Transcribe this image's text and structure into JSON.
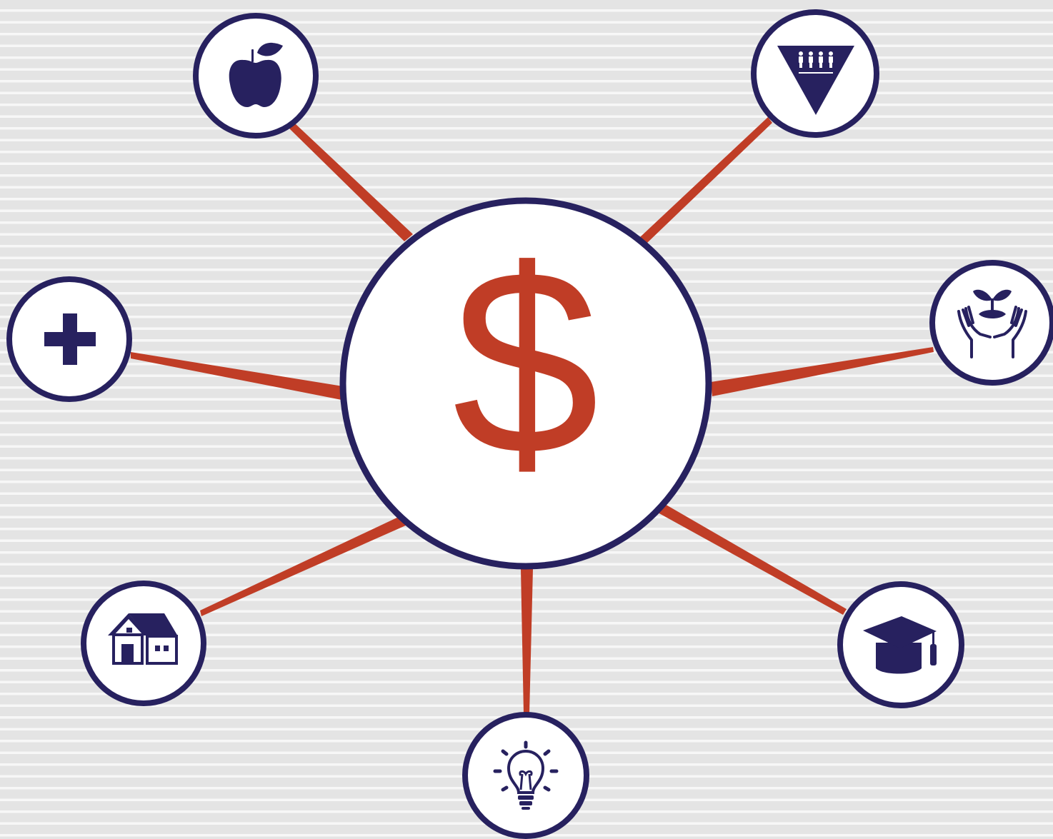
{
  "colors": {
    "navy": "#27215f",
    "spoke": "#c03d26",
    "node_fill": "#ffffff",
    "stripe_dark": "#e4e4e4",
    "stripe_light": "#f7f7f7"
  },
  "hub": {
    "symbol": "$",
    "icon": "dollar-sign"
  },
  "nodes": [
    {
      "id": "food",
      "icon": "apple-icon"
    },
    {
      "id": "community",
      "icon": "people-triangle-icon"
    },
    {
      "id": "health",
      "icon": "medical-cross-icon"
    },
    {
      "id": "environment",
      "icon": "hands-sprout-icon"
    },
    {
      "id": "housing",
      "icon": "house-icon"
    },
    {
      "id": "education",
      "icon": "graduation-cap-icon"
    },
    {
      "id": "innovation",
      "icon": "lightbulb-icon"
    }
  ]
}
